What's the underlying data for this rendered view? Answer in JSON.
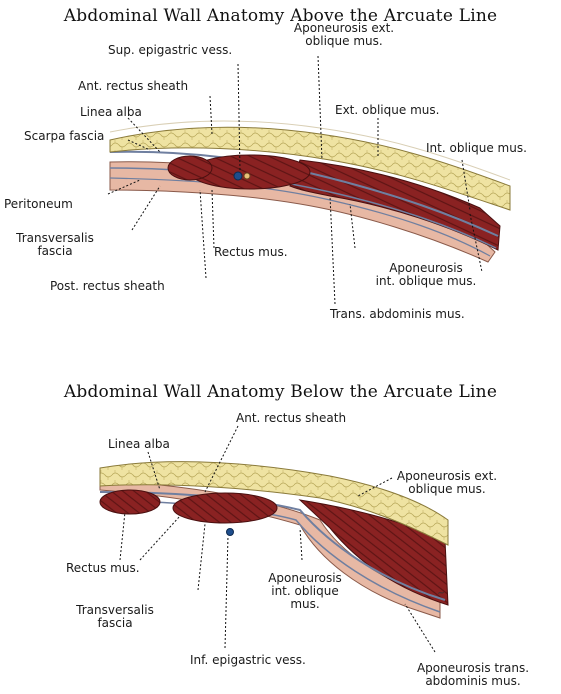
{
  "top": {
    "title": "Abdominal Wall Anatomy Above the Arcuate Line",
    "labels": {
      "sup_epigastric": "Sup. epigastric vess.",
      "aponeurosis_ext_1": "Aponeurosis ext.",
      "aponeurosis_ext_2": "oblique mus.",
      "ant_rectus_sheath": "Ant. rectus sheath",
      "linea_alba": "Linea alba",
      "ext_oblique": "Ext. oblique mus.",
      "scarpa": "Scarpa fascia",
      "int_oblique": "Int. oblique mus.",
      "peritoneum": "Peritoneum",
      "transversalis_1": "Transversalis",
      "transversalis_2": "fascia",
      "rectus": "Rectus mus.",
      "aponeurosis_int_1": "Aponeurosis",
      "aponeurosis_int_2": "int. oblique mus.",
      "post_rectus_sheath": "Post. rectus sheath",
      "trans_abdominis": "Trans. abdominis mus."
    }
  },
  "bottom": {
    "title": "Abdominal Wall Anatomy Below the Arcuate Line",
    "labels": {
      "ant_rectus_sheath": "Ant. rectus sheath",
      "linea_alba": "Linea alba",
      "aponeurosis_ext_1": "Aponeurosis ext.",
      "aponeurosis_ext_2": "oblique mus.",
      "rectus": "Rectus mus.",
      "aponeurosis_int_1": "Aponeurosis",
      "aponeurosis_int_2": "int. oblique",
      "aponeurosis_int_3": "mus.",
      "transversalis_1": "Transversalis",
      "transversalis_2": "fascia",
      "inf_epigastric": "Inf. epigastric vess.",
      "aponeurosis_trans_1": "Aponeurosis trans.",
      "aponeurosis_trans_2": "abdominis mus."
    }
  },
  "colors": {
    "fat": "#efe3a2",
    "fat_line": "#b8a85a",
    "muscle": "#8a2222",
    "muscle_dark": "#5e1414",
    "fascia": "#c9d3e6",
    "fascia_line": "#6f7fa0",
    "peritoneal": "#e7b8a4",
    "vessel": "#1e4d8c"
  }
}
